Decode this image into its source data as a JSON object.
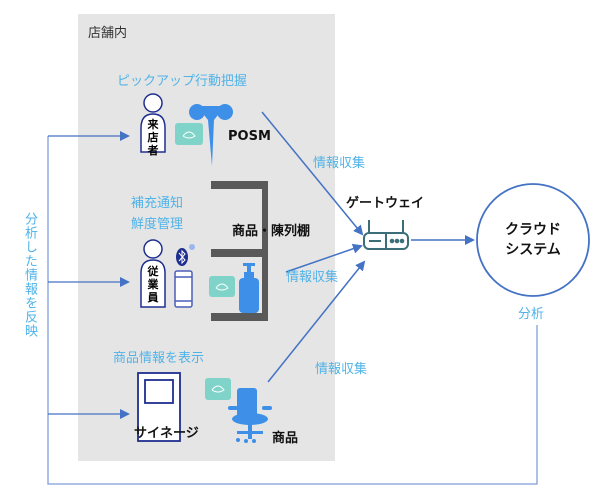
{
  "store": {
    "label": "店舗内"
  },
  "sections": {
    "pickup": {
      "caption": "ピックアップ行動把握",
      "person_label": "来店者",
      "device_label": "POSM"
    },
    "staff": {
      "caption_line1": "補充通知",
      "caption_line2": "鮮度管理",
      "person_label": "従業員",
      "shelf_label": "商品・陳列棚"
    },
    "signage": {
      "caption": "商品情報を表示",
      "signage_label": "サイネージ",
      "product_label": "商品"
    }
  },
  "flows": {
    "collect_top": "情報収集",
    "collect_mid": "情報収集",
    "collect_bottom": "情報収集",
    "analyze": "分析",
    "feedback": "分析した情報を反映"
  },
  "gateway": {
    "label": "ゲートウェイ"
  },
  "cloud": {
    "line1": "クラウド",
    "line2": "システム"
  },
  "colors": {
    "arrow": "#4472c4",
    "caption": "#4fb3e8",
    "icon_blue": "#3d8fe8",
    "navy": "#1f2f8f",
    "beacon": "#7fd3c8",
    "gateway": "#3b6e78",
    "shelf": "#595959"
  }
}
